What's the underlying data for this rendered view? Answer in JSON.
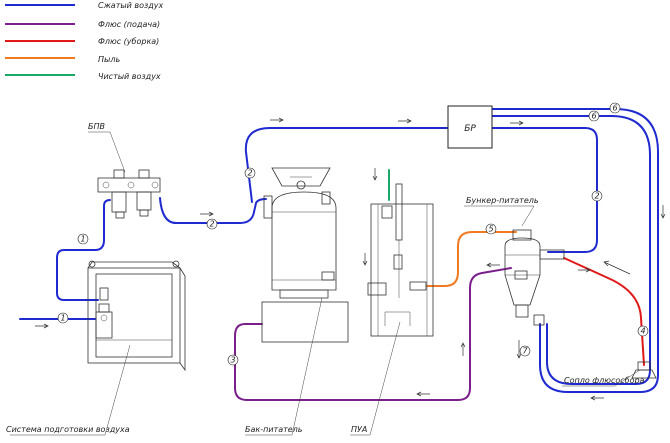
{
  "legend": [
    {
      "label": "Сжатый воздух",
      "color": "#1f2bd0"
    },
    {
      "label": "Флюс (подача)",
      "color": "#7b1f8c"
    },
    {
      "label": "Флюс (уборка)",
      "color": "#e01818"
    },
    {
      "label": "Пыль",
      "color": "#f07a22"
    },
    {
      "label": "Чистый воздух",
      "color": "#1aa866"
    }
  ],
  "labels": {
    "bpv": "БПВ",
    "br": "БР",
    "hopper": "Бункер-питатель",
    "nozzle": "Сопло флюсосбора",
    "air_system": "Система подготовки воздуха",
    "tank": "Бак-питатель",
    "pua": "ПУА"
  },
  "line_numbers": {
    "n1": "1",
    "n2": "2",
    "n3": "3",
    "n4": "4",
    "n5": "5",
    "n6": "6",
    "n7": "7"
  },
  "colors": {
    "air": "#1f2bd0",
    "flux_feed": "#7b1f8c",
    "flux_return": "#e01818",
    "dust": "#f07a22",
    "clean_air": "#1aa866"
  }
}
